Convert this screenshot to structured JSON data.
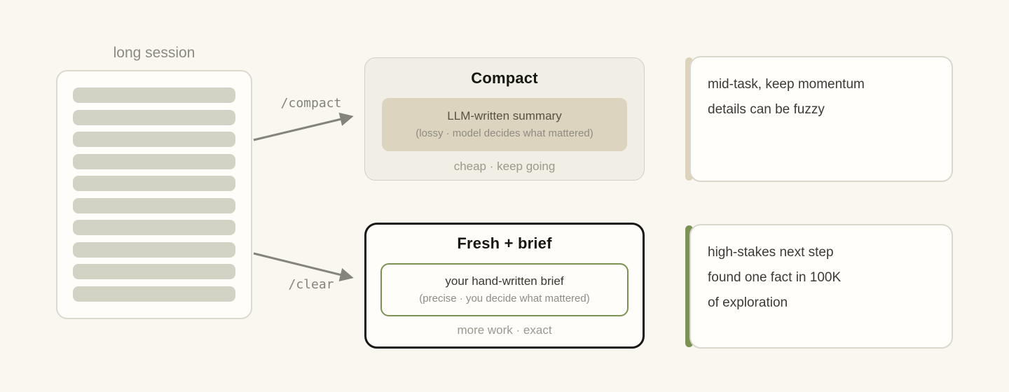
{
  "session": {
    "label": "long session",
    "bar_count": 10
  },
  "arrows": {
    "compact_label": "/compact",
    "clear_label": "/clear"
  },
  "compact": {
    "title": "Compact",
    "summary_main": "LLM-written summary",
    "summary_sub": "(lossy · model decides what mattered)",
    "footer": "cheap · keep going"
  },
  "fresh": {
    "title": "Fresh + brief",
    "summary_main": "your hand-written brief",
    "summary_sub": "(precise · you decide what mattered)",
    "footer": "more work · exact"
  },
  "notes": {
    "compact_note": {
      "lines": [
        "mid-task, keep momentum",
        "details can be fuzzy"
      ]
    },
    "fresh_note": {
      "lines": [
        "high-stakes next step",
        "found one fact in 100K",
        "of exploration"
      ]
    }
  },
  "colors": {
    "page_background": "#f9f7ef",
    "session_bar": "#d2d2c5",
    "compact_box_fill": "#f1efe5",
    "compact_chip_fill": "#ddd4c0",
    "tan_accent": "#ddd3bc",
    "green_accent": "#7a9254",
    "green_outline": "#7d9150",
    "fresh_border": "#161616",
    "arrow_gray": "#85847c"
  }
}
